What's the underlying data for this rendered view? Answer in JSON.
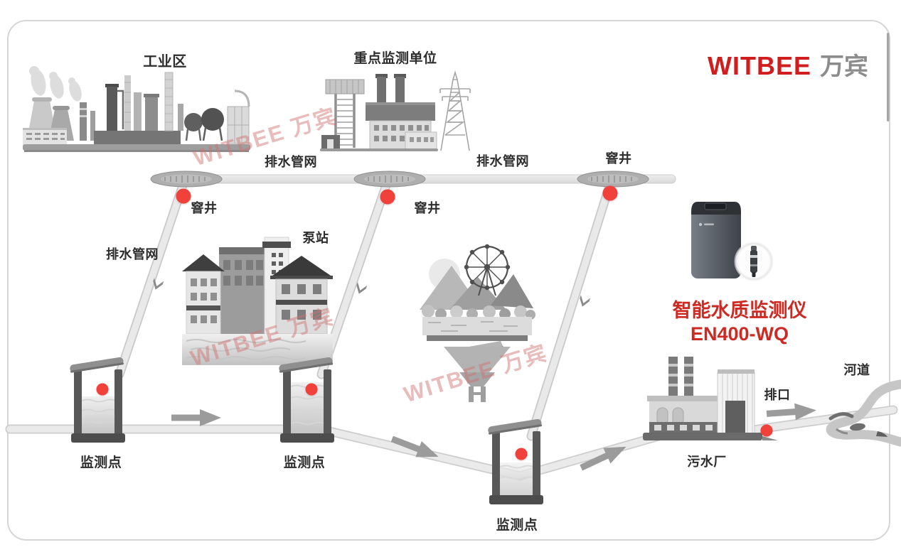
{
  "brand": {
    "logo_text_en": "WITBEE",
    "logo_text_cn": "万宾",
    "watermark_text": "WITBEE 万宾"
  },
  "device": {
    "name": "智能水质监测仪",
    "model": "EN400-WQ"
  },
  "labels": {
    "industrial_area": "工业区",
    "key_monitoring_unit": "重点监测单位",
    "drainage_network_top_left": "排水管网",
    "drainage_network_top_right": "排水管网",
    "drainage_network_branch": "排水管网",
    "manhole_left": "窨井",
    "manhole_middle": "窨井",
    "manhole_right": "窨井",
    "pump_station": "泵站",
    "monitoring_point_1": "监测点",
    "monitoring_point_2": "监测点",
    "monitoring_point_3": "监测点",
    "sewage_plant": "污水厂",
    "outlet": "排口",
    "river": "河道"
  },
  "colors": {
    "accent_red": "#d01e1e",
    "dot_red": "#f1413b",
    "label_text": "#2d2d2d",
    "device_caption_red": "#cd2a24",
    "watermark_pink": "#ce746f",
    "pipe_gray": "#e6e6e6"
  }
}
